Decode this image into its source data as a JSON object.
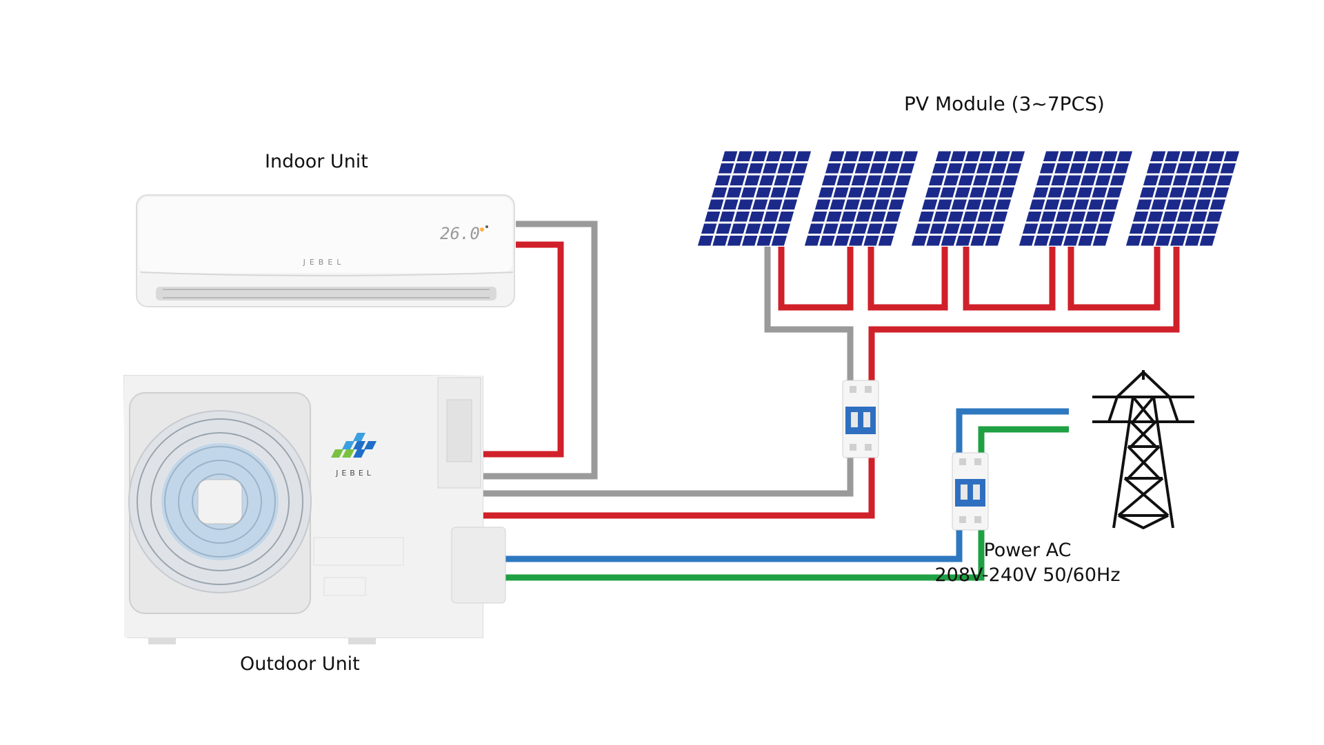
{
  "labels": {
    "indoor_unit": "Indoor Unit",
    "outdoor_unit": "Outdoor Unit",
    "pv_module": "PV Module (3~7PCS)",
    "power_ac_line1": "Power AC",
    "power_ac_line2": "208V-240V  50/60Hz"
  },
  "indoor_unit": {
    "display": "26.0",
    "brand": "JEBEL"
  },
  "outdoor_unit": {
    "brand": "JEBEL"
  },
  "pv_panel_count": 5,
  "colors": {
    "dc_positive": "#d0202a",
    "dc_negative": "#9a9a9a",
    "ac_line": "#2e78c0",
    "ac_neutral": "#1fa043",
    "panel": "#1b2a8a",
    "breaker_blue": "#2f6fc0"
  }
}
